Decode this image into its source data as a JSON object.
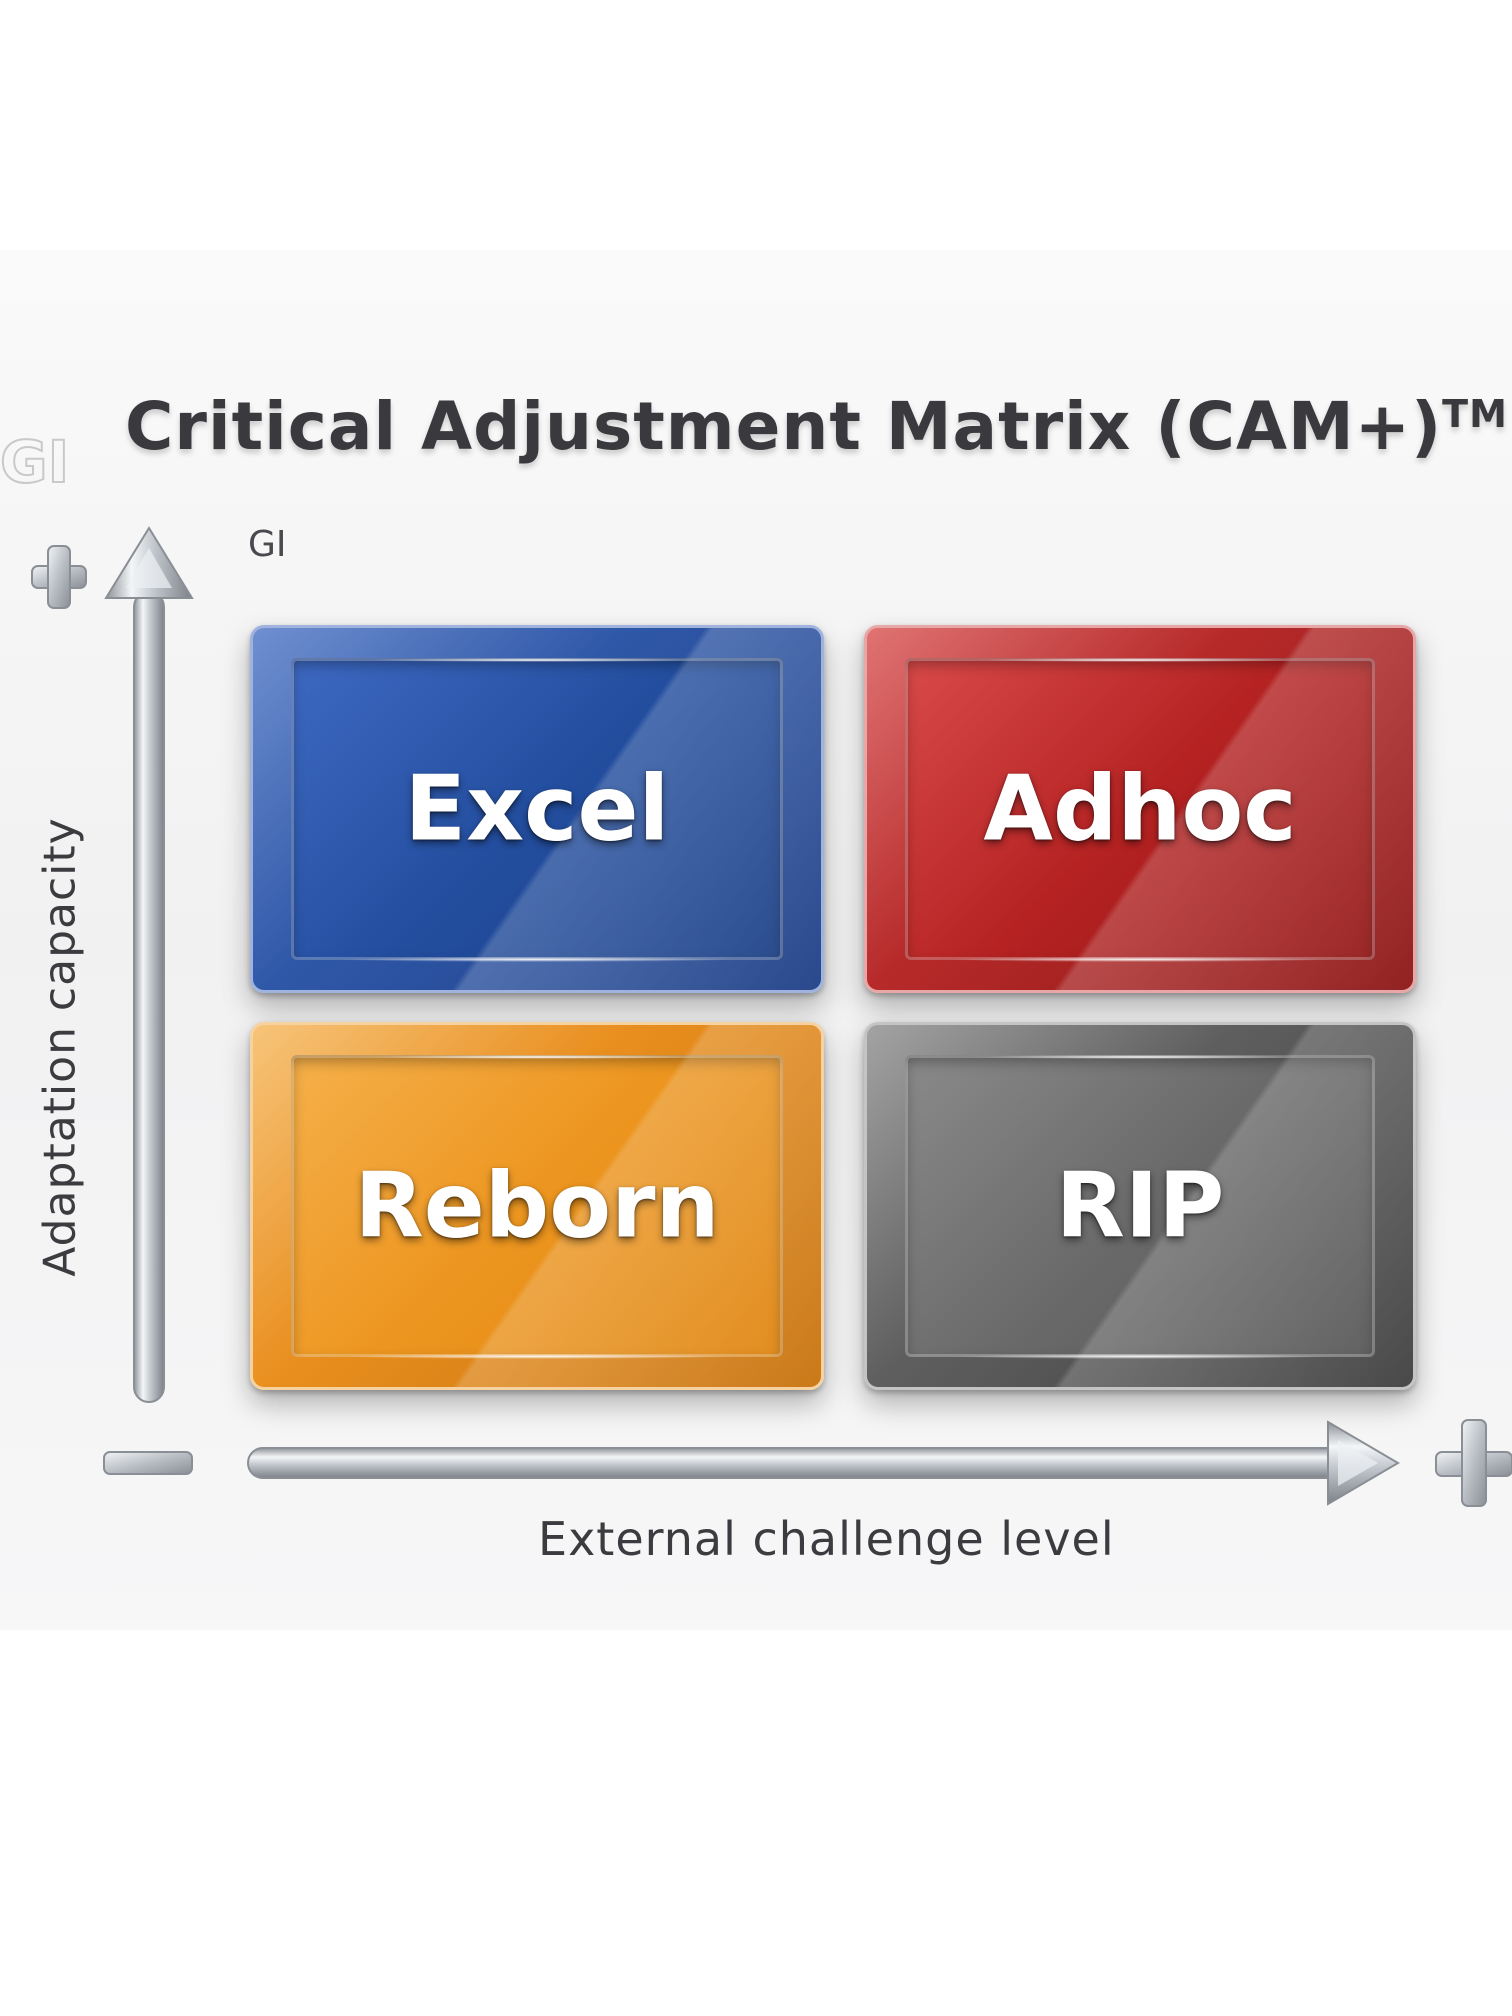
{
  "title": {
    "main": "Critical Adjustment Matrix (CAM+)",
    "trademark": "TM"
  },
  "ghost_mark": "GI",
  "small_mark": "GI",
  "axes": {
    "y_label": "Adaptation capacity",
    "x_label": "External challenge level",
    "plus_symbol": "+",
    "minus_symbol": "−"
  },
  "quadrants": {
    "top_left": {
      "label": "Excel",
      "color": "#2f58a8"
    },
    "top_right": {
      "label": "Adhoc",
      "color": "#b72a2a"
    },
    "bottom_left": {
      "label": "Reborn",
      "color": "#ec951f"
    },
    "bottom_right": {
      "label": "RIP",
      "color": "#5f5f5f"
    }
  }
}
